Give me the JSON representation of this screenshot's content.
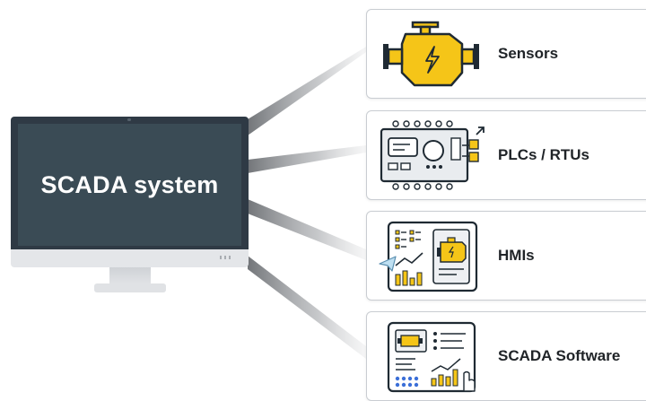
{
  "monitor": {
    "title": "SCADA system"
  },
  "components": [
    {
      "label": "Sensors",
      "icon": "engine-sensor-icon"
    },
    {
      "label": "PLCs / RTUs",
      "icon": "plc-controller-icon"
    },
    {
      "label": "HMIs",
      "icon": "hmi-dashboard-icon"
    },
    {
      "label": "SCADA Software",
      "icon": "scada-software-dashboard-icon"
    }
  ],
  "colors": {
    "accent_yellow": "#f5c518",
    "dark_outline": "#1f2a33",
    "monitor_screen": "#3a4b55",
    "card_border": "#c9cdd2"
  }
}
